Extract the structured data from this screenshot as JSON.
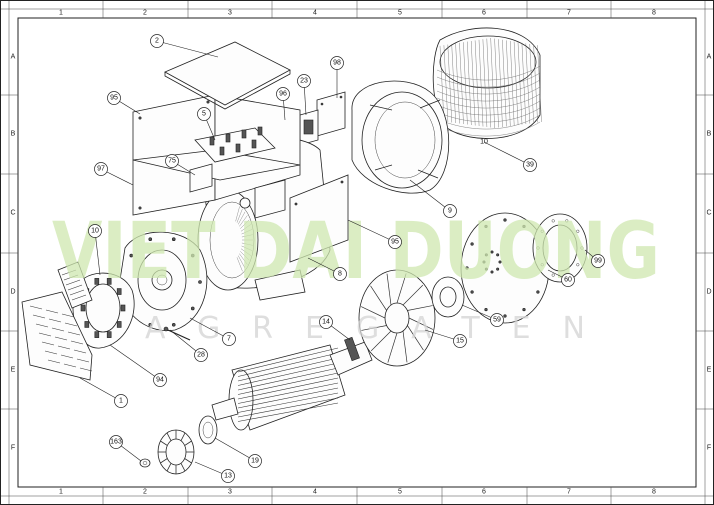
{
  "frame": {
    "columns": [
      "1",
      "2",
      "3",
      "4",
      "5",
      "6",
      "7",
      "8"
    ],
    "rows": [
      "A",
      "B",
      "C",
      "D",
      "E",
      "F"
    ]
  },
  "watermark": {
    "name": "VIET DAI DUONG",
    "logo_text": "VIỆT ĐẠI DƯƠNG",
    "subtitle": "AGREGATEN",
    "color": "#cfe8b0"
  },
  "callouts": [
    "2",
    "95",
    "5",
    "96",
    "23",
    "98",
    "97",
    "75",
    "10",
    "39",
    "9",
    "95",
    "8",
    "10",
    "28",
    "7",
    "94",
    "1",
    "14",
    "99",
    "60",
    "59",
    "15",
    "19",
    "163",
    "13"
  ]
}
